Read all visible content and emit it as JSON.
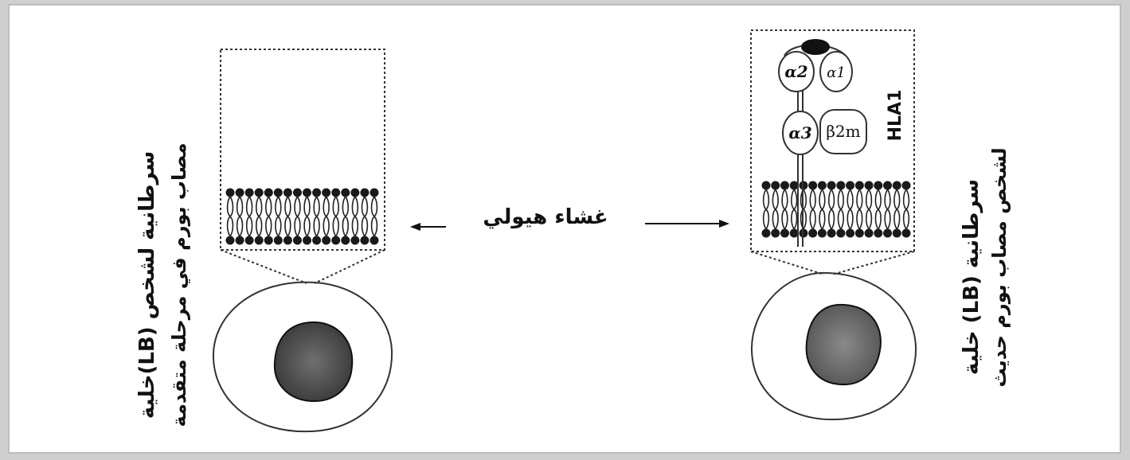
{
  "labels": {
    "membrane": "غشاء هيولي",
    "left_cell_line1": "خلية(LB) سرطانية لشخص",
    "left_cell_line2": "مصاب بورم في مرحلة متقدمة",
    "right_cell_line1": "خلية (LB) سرطانية",
    "right_cell_line2": "لشخص مصاب بورم حديث",
    "hla": "HLA1",
    "alpha1": "α1",
    "alpha2": "α2",
    "alpha3": "α3",
    "beta2m": "β2m"
  }
}
